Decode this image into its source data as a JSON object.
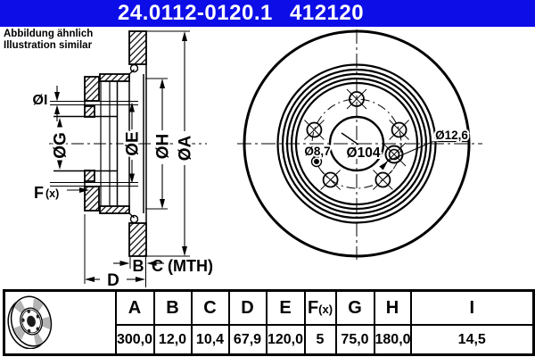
{
  "accent_blue": "#0d0de8",
  "header": {
    "part_number": "24.0112-0120.1",
    "reference_number": "412120"
  },
  "note": {
    "line1": "Abbildung ähnlich",
    "line2": "Illustration similar"
  },
  "section_view": {
    "labels": {
      "dia_a": "ØA",
      "dia_h": "ØH",
      "dia_e": "ØE",
      "dia_g": "ØG",
      "dia_i": "ØI",
      "holes": "F",
      "holes_sub": "(x)",
      "thickness": "B",
      "min_thickness": "C (MTH)",
      "height": "D"
    }
  },
  "front_view": {
    "labels": {
      "pin_hole_dia": "Ø12,6",
      "small_hole_dia": "Ø8,7",
      "hub_dia": "Ø104"
    }
  },
  "table": {
    "columns": [
      {
        "label": "A"
      },
      {
        "label": "B"
      },
      {
        "label": "C"
      },
      {
        "label": "D"
      },
      {
        "label": "E"
      },
      {
        "label": "F",
        "sub": "(x)"
      },
      {
        "label": "G"
      },
      {
        "label": "H"
      },
      {
        "label": "I"
      }
    ],
    "values": [
      "300,0",
      "12,0",
      "10,4",
      "67,9",
      "120,0",
      "5",
      "75,0",
      "180,0",
      "14,5"
    ]
  }
}
